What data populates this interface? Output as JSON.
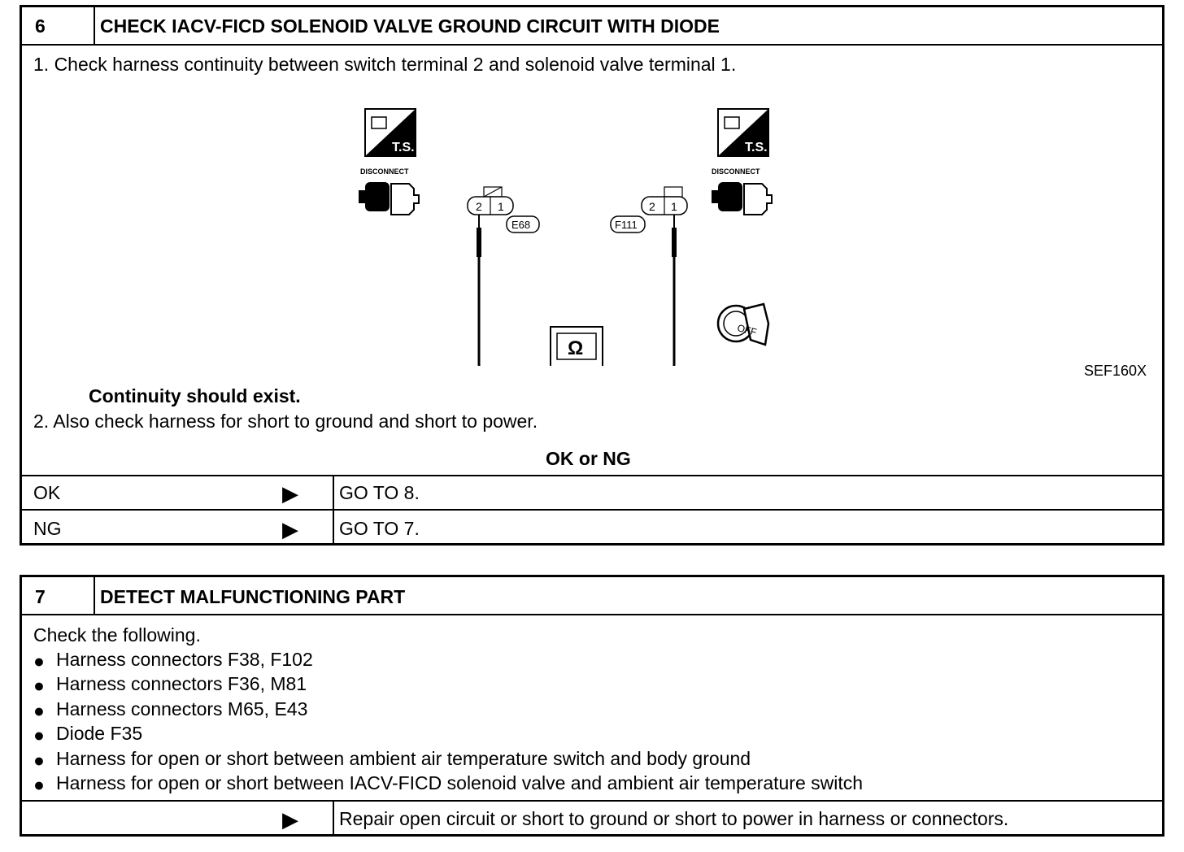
{
  "step6": {
    "number": "6",
    "title": "CHECK IACV-FICD SOLENOID VALVE GROUND CIRCUIT WITH DIODE",
    "instruction1": "1.  Check harness continuity between switch terminal 2 and solenoid valve terminal 1.",
    "diagram": {
      "left_connector": "E68",
      "right_connector": "F111",
      "left_pins": [
        "2",
        "1"
      ],
      "right_pins": [
        "2",
        "1"
      ],
      "ts_label": "T.S.",
      "disconnect_label": "DISCONNECT",
      "key_label": "OFF",
      "meter_symbol": "Ω",
      "plus": "⊕",
      "minus": "⊖",
      "figure_code": "SEF160X"
    },
    "spec": "Continuity should exist.",
    "instruction2": "2.  Also check harness for short to ground and short to power.",
    "result_header": "OK or NG",
    "results": [
      {
        "label": "OK",
        "action": "GO TO 8."
      },
      {
        "label": "NG",
        "action": "GO TO 7."
      }
    ]
  },
  "step7": {
    "number": "7",
    "title": "DETECT MALFUNCTIONING PART",
    "intro": "Check the following.",
    "items": [
      "Harness connectors F38, F102",
      "Harness connectors F36, M81",
      "Harness connectors M65, E43",
      "Diode F35",
      "Harness for open or short between ambient air temperature switch and body ground",
      "Harness for open or short between IACV-FICD solenoid valve and ambient air temperature switch"
    ],
    "action": "Repair open circuit or short to ground or short to power in harness or connectors."
  },
  "arrow_glyph": "▶"
}
